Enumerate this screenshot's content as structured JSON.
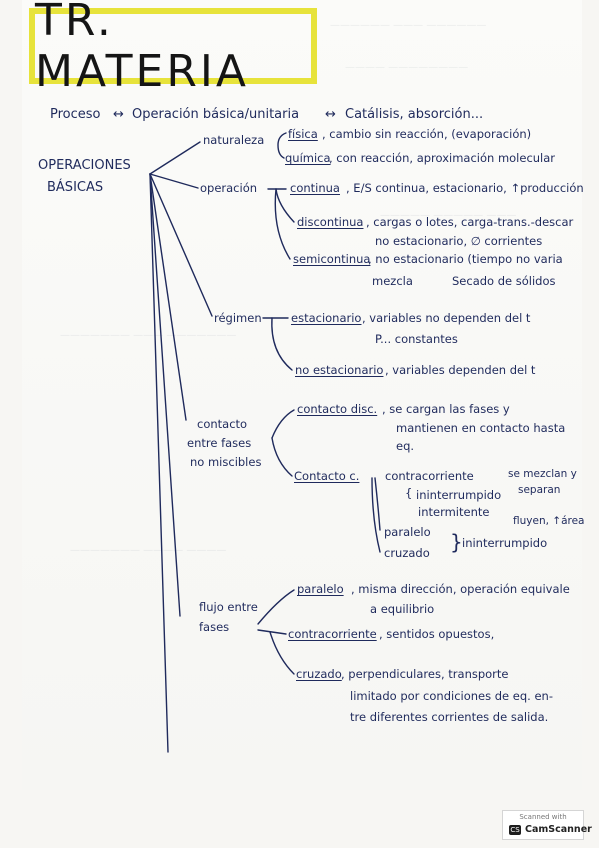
{
  "title": "TR. MATERIA",
  "process_line": {
    "left": "Proceso",
    "arrow": "↔",
    "middle": "Operación básica/unitaria",
    "right": "Catálisis, absorción..."
  },
  "root": [
    "OPERACIONES",
    "BÁSICAS"
  ],
  "naturaleza": {
    "label": "naturaleza",
    "fisica_term": "física",
    "fisica_desc": ", cambio sin reacción, (evaporación)",
    "quimica_term": "química",
    "quimica_desc": ", con reacción, aproximación molecular"
  },
  "operacion": {
    "label": "operación",
    "continua_term": "continua",
    "continua_desc": ", E/S continua, estacionario, ↑producción",
    "discontinua_term": "discontinua",
    "discontinua_desc": ", cargas o lotes, carga-trans.-descar",
    "discontinua_desc2": "no estacionario, ∅ corrientes",
    "semicontinua_term": "semicontinua",
    "semicontinua_desc": ", no estacionario (tiempo no varia",
    "semicontinua_desc2a": "mezcla",
    "semicontinua_desc2b": "Secado de sólidos"
  },
  "regimen": {
    "label": "régimen",
    "estacionario_term": "estacionario",
    "estacionario_desc": ", variables no dependen del t",
    "estacionario_desc2": "P... constantes",
    "noest_term": "no estacionario",
    "noest_desc": ", variables dependen del t"
  },
  "contacto": {
    "label": [
      "contacto",
      "entre fases",
      "no miscibles"
    ],
    "disc_term": "contacto disc.",
    "disc_desc": ", se cargan las fases y",
    "disc_desc2": "mantienen en contacto hasta",
    "disc_desc3": "eq.",
    "cont_term": "Contacto c.",
    "contracorriente": "contracorriente",
    "ininterrumpido": "ininterrumpido",
    "intermitente": "intermitente",
    "se_mezclan": [
      "se mezclan y",
      "separan"
    ],
    "paralelo": "paralelo",
    "cruzado": "cruzado",
    "ininterrumpido2": "ininterrumpido",
    "fluyen": "fluyen, ↑área"
  },
  "flujo": {
    "label": [
      "flujo entre",
      "fases"
    ],
    "paralelo_term": "paralelo",
    "paralelo_desc": ", misma dirección, operación equivale",
    "paralelo_desc2": "a equilibrio",
    "contra_term": "contracorriente",
    "contra_desc": ", sentidos opuestos,",
    "cruzado_term": "cruzado",
    "cruzado_desc": ", perpendiculares, transporte",
    "cruzado_desc2": "limitado por condiciones de eq. en-",
    "cruzado_desc3": "tre diferentes corrientes de salida."
  },
  "scanner": {
    "small": "Scanned with",
    "logo": "CS",
    "name": "CamScanner"
  }
}
